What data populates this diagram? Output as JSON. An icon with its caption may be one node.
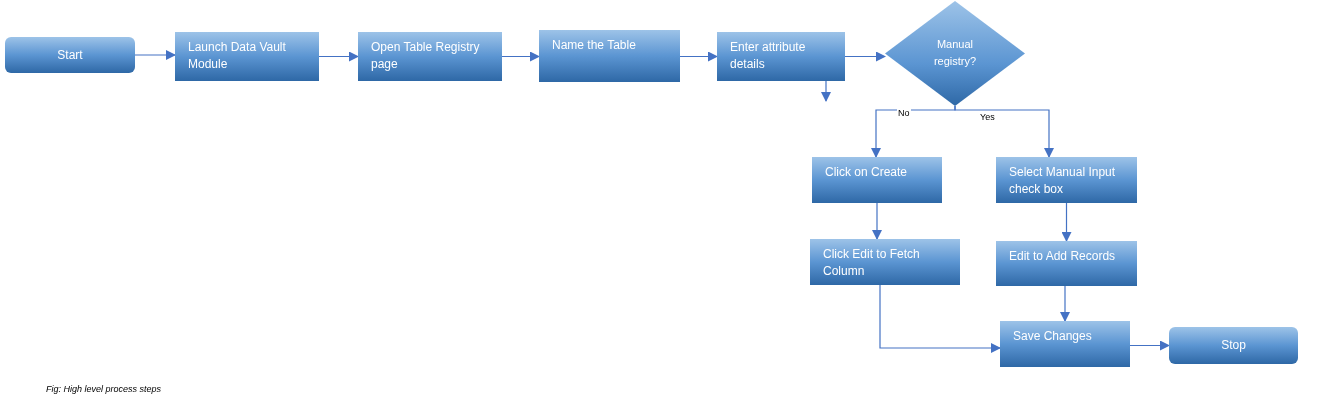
{
  "diagram": {
    "caption": "Fig: High level process steps",
    "nodes": [
      {
        "text": [
          "Start"
        ]
      },
      {
        "text": [
          "Launch Data Vault Module"
        ]
      },
      {
        "text": [
          "Open Table Registry page"
        ]
      },
      {
        "text": [
          "Name the Table"
        ]
      },
      {
        "text": [
          "Enter attribute details"
        ]
      },
      {
        "text": [
          "Manual registry?"
        ]
      },
      {
        "text": [
          "Click on Create"
        ]
      },
      {
        "text": [
          "Select Manual Input check box"
        ]
      },
      {
        "text": [
          "Click Edit to Fetch Column"
        ]
      },
      {
        "text": [
          "Edit to Add Records"
        ]
      },
      {
        "text": [
          "Save Changes"
        ]
      },
      {
        "text": [
          "Stop"
        ]
      }
    ],
    "edges": [
      {
        "from": 0,
        "to": 1,
        "arrow": "to"
      },
      {
        "from": 1,
        "to": 2,
        "arrow": "to"
      },
      {
        "from": 2,
        "to": 3,
        "arrow": "to"
      },
      {
        "from": 3,
        "to": 4,
        "arrow": "to"
      },
      {
        "from": 4,
        "to": 5,
        "arrow": "to"
      },
      {
        "from": 5,
        "to": 6,
        "arrow": "to",
        "label": "No"
      },
      {
        "from": 5,
        "to": 7,
        "arrow": "to",
        "label": "Yes"
      },
      {
        "from": 6,
        "to": 8,
        "arrow": "to"
      },
      {
        "from": 7,
        "to": 9,
        "arrow": "to"
      },
      {
        "from": 9,
        "to": 10,
        "arrow": "to"
      },
      {
        "from": 8,
        "to": 10,
        "arrow": "to"
      },
      {
        "from": 10,
        "to": 11,
        "arrow": "to"
      },
      {
        "from": 4,
        "to": null,
        "arrow": "to"
      }
    ]
  }
}
